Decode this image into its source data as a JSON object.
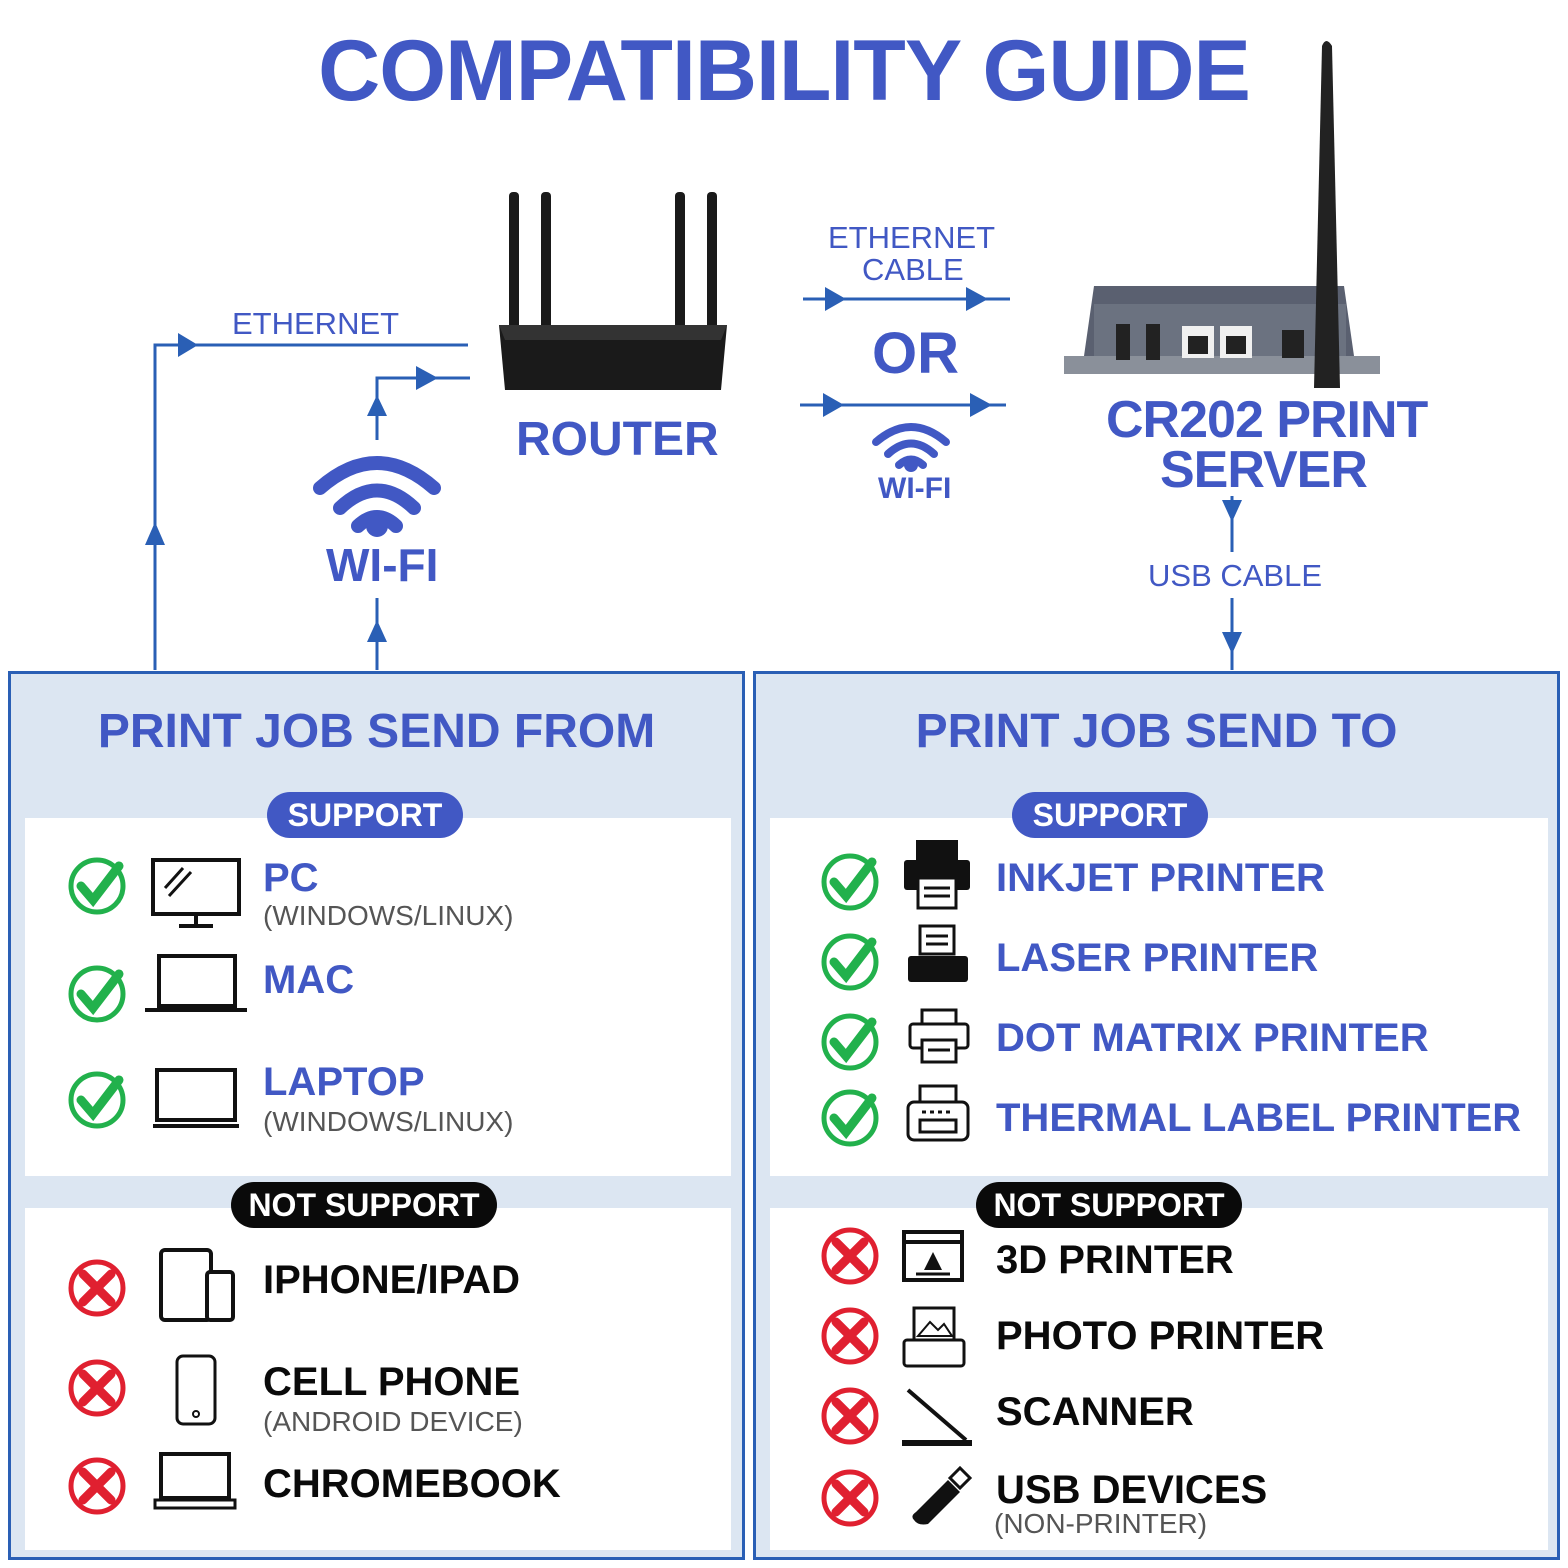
{
  "title": "COMPATIBILITY GUIDE",
  "diagram": {
    "ethernet_left": "ETHERNET",
    "wifi_left": "WI-FI",
    "router": "ROUTER",
    "ethernet_cable_line1": "ETHERNET",
    "ethernet_cable_line2": "CABLE",
    "or": "OR",
    "wifi_mid": "WI-FI",
    "server_line1": "CR202 PRINT",
    "server_line2": "SERVER",
    "usb_cable": "USB CABLE"
  },
  "panels": {
    "from": {
      "title": "PRINT JOB SEND FROM",
      "support_label": "SUPPORT",
      "not_support_label": "NOT SUPPORT",
      "support": [
        {
          "title": "PC",
          "sub": "(WINDOWS/LINUX)",
          "icon": "monitor-icon"
        },
        {
          "title": "MAC",
          "sub": "",
          "icon": "laptop-icon"
        },
        {
          "title": "LAPTOP",
          "sub": "(WINDOWS/LINUX)",
          "icon": "laptop-icon"
        }
      ],
      "not_support": [
        {
          "title": "IPHONE/IPAD",
          "sub": "",
          "icon": "tablet-phone-icon"
        },
        {
          "title": "CELL PHONE",
          "sub": "(ANDROID DEVICE)",
          "icon": "phone-icon"
        },
        {
          "title": "CHROMEBOOK",
          "sub": "",
          "icon": "chromebook-icon"
        }
      ]
    },
    "to": {
      "title": "PRINT JOB SEND TO",
      "support_label": "SUPPORT",
      "not_support_label": "NOT SUPPORT",
      "support": [
        {
          "title": "INKJET PRINTER",
          "icon": "inkjet-printer-icon"
        },
        {
          "title": "LASER PRINTER",
          "icon": "laser-printer-icon"
        },
        {
          "title": "DOT MATRIX PRINTER",
          "icon": "dot-matrix-printer-icon"
        },
        {
          "title": "THERMAL LABEL PRINTER",
          "icon": "thermal-printer-icon"
        }
      ],
      "not_support": [
        {
          "title": "3D PRINTER",
          "sub": "",
          "icon": "3d-printer-icon"
        },
        {
          "title": "PHOTO PRINTER",
          "sub": "",
          "icon": "photo-printer-icon"
        },
        {
          "title": "SCANNER",
          "sub": "",
          "icon": "scanner-icon"
        },
        {
          "title": "USB DEVICES",
          "sub": "(NON-PRINTER)",
          "icon": "usb-drive-icon"
        }
      ]
    }
  },
  "colors": {
    "accent": "#4158c4",
    "line": "#2a5fb5",
    "panel": "#dce6f2",
    "ok": "#22b14c",
    "no": "#e02030"
  }
}
